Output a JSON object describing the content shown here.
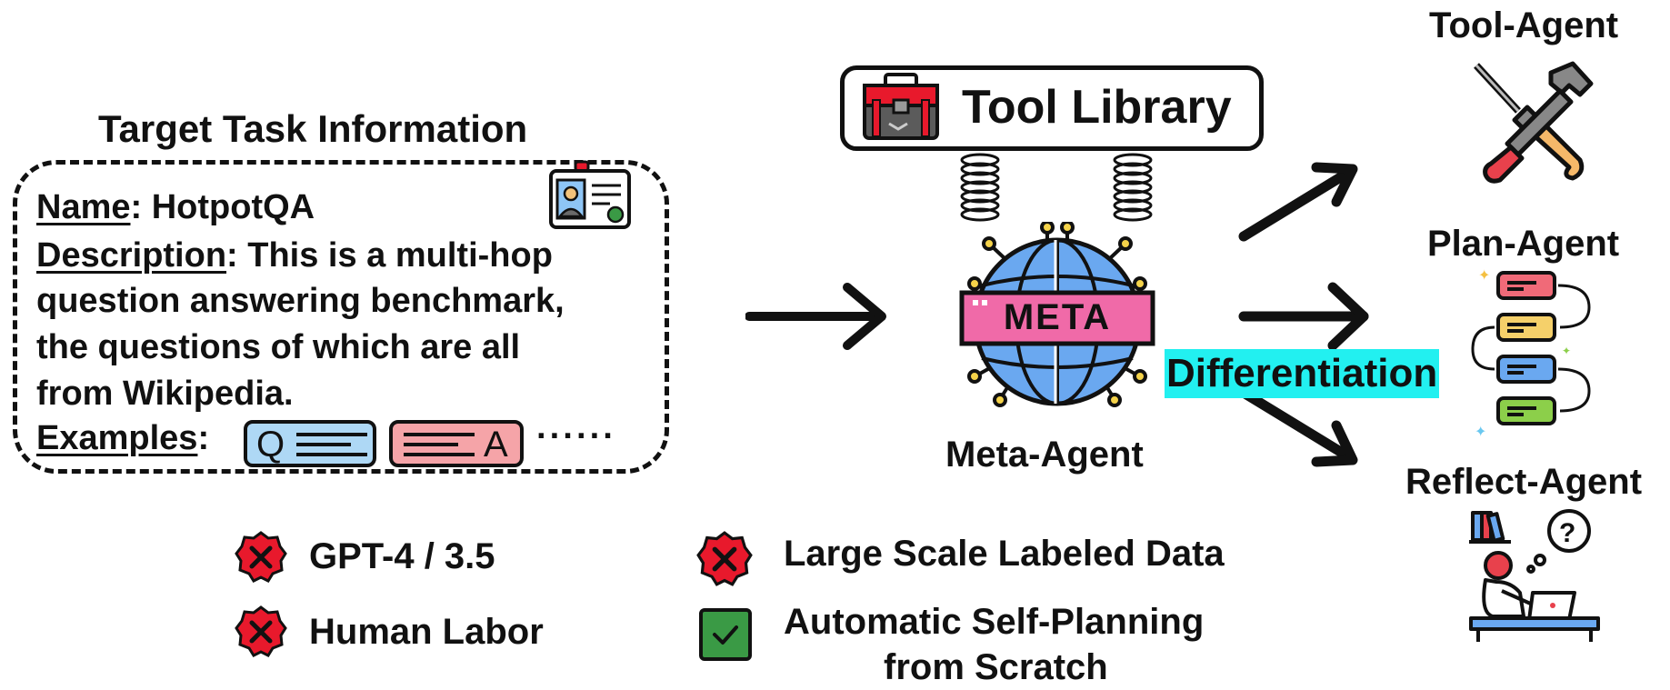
{
  "target_task": {
    "title": "Target Task Information",
    "name_label": "Name",
    "name_value": ": HotpotQA",
    "description_label": "Description",
    "description_lines": [
      ": This is a multi-hop",
      "question answering benchmark,",
      "the questions of which are all",
      "from Wikipedia."
    ],
    "examples_label": "Examples",
    "examples_colon": ":",
    "example_q_letter": "Q",
    "example_a_letter": "A",
    "ellipsis": "······"
  },
  "tool_library": {
    "label": "Tool Library"
  },
  "meta_agent": {
    "label": "Meta-Agent",
    "badge": "META"
  },
  "differentiation": {
    "label": "Differentiation"
  },
  "agents": [
    {
      "label": "Tool-Agent"
    },
    {
      "label": "Plan-Agent"
    },
    {
      "label": "Reflect-Agent"
    }
  ],
  "requirements": [
    {
      "label": "GPT-4 / 3.5",
      "status": "cross"
    },
    {
      "label": "Human Labor",
      "status": "cross"
    },
    {
      "label": "Large Scale Labeled Data",
      "status": "cross"
    },
    {
      "label_lines": [
        "Automatic Self-Planning",
        "from Scratch"
      ],
      "status": "check"
    }
  ],
  "colors": {
    "cross_red": "#e8192c",
    "check_green": "#3a9a45",
    "highlight_cyan": "#22f0f0",
    "globe_blue": "#6aa8f0",
    "meta_pink": "#f06aa8"
  },
  "icons": [
    "id-card-icon",
    "toolbox-icon",
    "spring-icon",
    "globe-icon",
    "tools-icon",
    "plan-flow-icon",
    "reflect-person-icon",
    "cross-badge-icon",
    "check-box-icon"
  ]
}
